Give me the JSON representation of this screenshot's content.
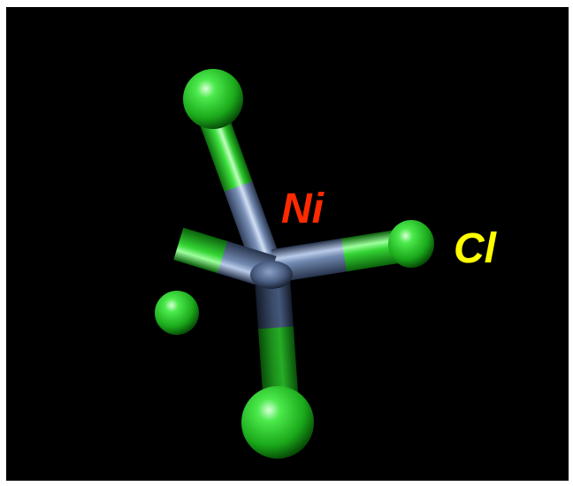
{
  "molecule": {
    "central_atom": "Ni",
    "ligand_atom": "Cl",
    "ligand_count": 4
  },
  "labels": {
    "central": "Ni",
    "ligand": "Cl"
  },
  "colors": {
    "background": "#000000",
    "frame": "#ffffff",
    "nickel_bond": "#6f86ad",
    "chlorine": "#22c522",
    "central_label": "#ff2a00",
    "ligand_label": "#ffff00"
  }
}
